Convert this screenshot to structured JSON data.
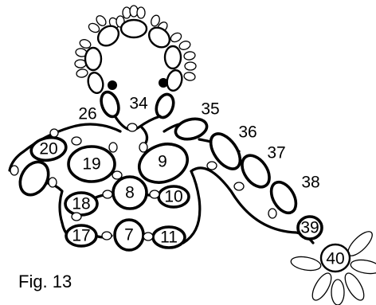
{
  "caption": "Fig. 13",
  "labels": [
    "26",
    "34",
    "35",
    "36",
    "37",
    "38",
    "39",
    "40",
    "20",
    "19",
    "9",
    "18",
    "8",
    "10",
    "17",
    "7",
    "11"
  ],
  "colors": {
    "stroke": "#000000",
    "fill": "#ffffff",
    "eyes": "#000000"
  }
}
